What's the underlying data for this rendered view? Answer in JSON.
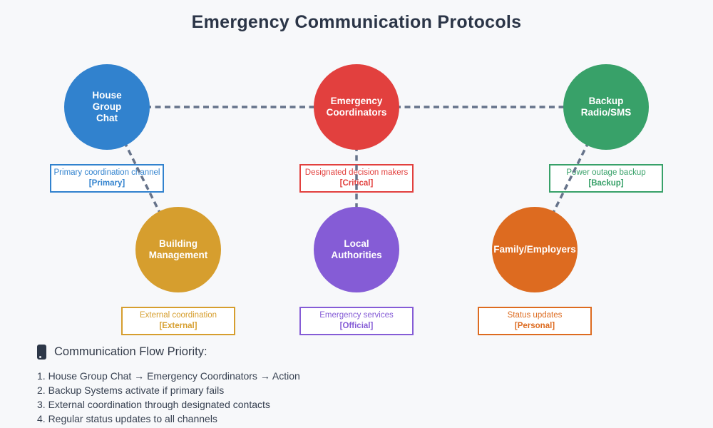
{
  "title": "Emergency Communication Protocols",
  "colors": {
    "background": "#f7f8fa",
    "connector_line": "#66738a",
    "title_text": "#2b3547",
    "body_text": "#374151"
  },
  "nodes": [
    {
      "id": "house-group-chat",
      "label": "House\nGroup\nChat",
      "color": "#3182ce",
      "description": "Primary coordination channel",
      "tag": "[Primary]"
    },
    {
      "id": "emergency-coordinators",
      "label": "Emergency\nCoordinators",
      "color": "#e2403e",
      "description": "Designated decision makers",
      "tag": "[Critical]"
    },
    {
      "id": "backup-radio-sms",
      "label": "Backup\nRadio/SMS",
      "color": "#38a169",
      "description": "Power outage backup",
      "tag": "[Backup]"
    },
    {
      "id": "building-management",
      "label": "Building\nManagement",
      "color": "#d69e2e",
      "description": "External coordination",
      "tag": "[External]"
    },
    {
      "id": "local-authorities",
      "label": "Local\nAuthorities",
      "color": "#855cd6",
      "description": "Emergency services",
      "tag": "[Official]"
    },
    {
      "id": "family-employers",
      "label": "Family/Employers",
      "color": "#dd6b20",
      "description": "Status updates",
      "tag": "[Personal]"
    }
  ],
  "edges": [
    [
      "house-group-chat",
      "emergency-coordinators"
    ],
    [
      "emergency-coordinators",
      "backup-radio-sms"
    ],
    [
      "house-group-chat",
      "building-management"
    ],
    [
      "emergency-coordinators",
      "local-authorities"
    ],
    [
      "backup-radio-sms",
      "family-employers"
    ]
  ],
  "flow_priority": {
    "icon": "mobile-phone-icon",
    "heading": "Communication Flow Priority:",
    "items": [
      "1. House Group Chat → Emergency Coordinators → Action",
      "2. Backup Systems activate if primary fails",
      "3. External coordination through designated contacts",
      "4. Regular status updates to all channels"
    ]
  }
}
